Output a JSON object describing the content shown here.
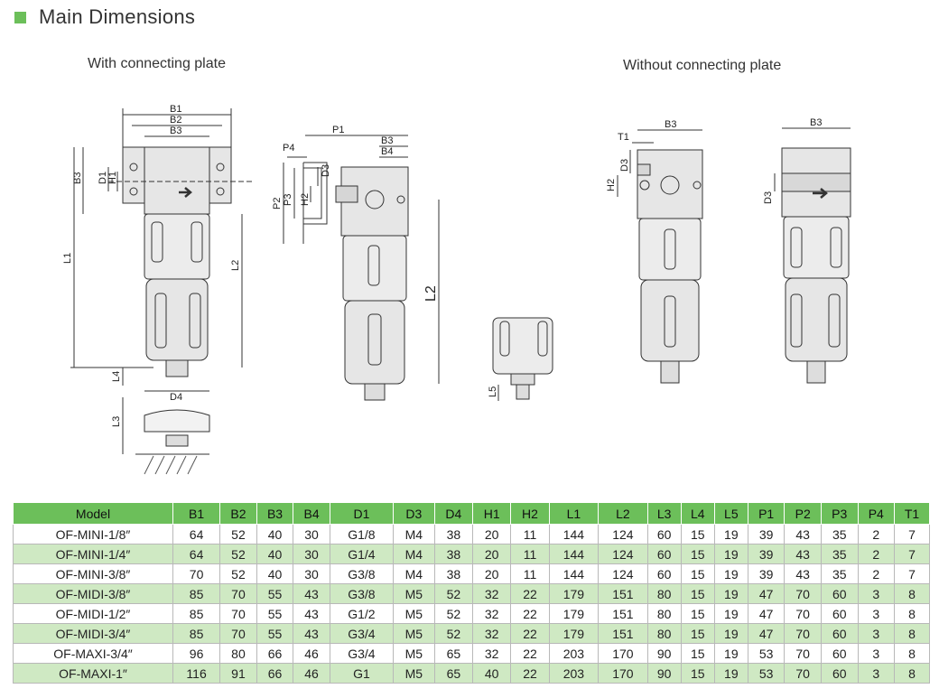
{
  "heading": {
    "title": "Main Dimensions",
    "accent": "#6cbf5a"
  },
  "views": {
    "left": "With connecting plate",
    "right": "Without connecting plate"
  },
  "labels": {
    "b1": "B1",
    "b2": "B2",
    "b3": "B3",
    "b4": "B4",
    "d1": "D1",
    "d3": "D3",
    "d4": "D4",
    "h1": "H1",
    "h2": "H2",
    "l1": "L1",
    "l2": "L2",
    "l3": "L3",
    "l4": "L4",
    "l5": "L5",
    "p1": "P1",
    "p2": "P2",
    "p3": "P3",
    "p4": "P4",
    "t1": "T1"
  },
  "table": {
    "headers": [
      "Model",
      "B1",
      "B2",
      "B3",
      "B4",
      "D1",
      "D3",
      "D4",
      "H1",
      "H2",
      "L1",
      "L2",
      "L3",
      "L4",
      "L5",
      "P1",
      "P2",
      "P3",
      "P4",
      "T1"
    ],
    "rows": [
      [
        "OF-MINI-1/8″",
        "64",
        "52",
        "40",
        "30",
        "G1/8",
        "M4",
        "38",
        "20",
        "11",
        "144",
        "124",
        "60",
        "15",
        "19",
        "39",
        "43",
        "35",
        "2",
        "7"
      ],
      [
        "OF-MINI-1/4″",
        "64",
        "52",
        "40",
        "30",
        "G1/4",
        "M4",
        "38",
        "20",
        "11",
        "144",
        "124",
        "60",
        "15",
        "19",
        "39",
        "43",
        "35",
        "2",
        "7"
      ],
      [
        "OF-MINI-3/8″",
        "70",
        "52",
        "40",
        "30",
        "G3/8",
        "M4",
        "38",
        "20",
        "11",
        "144",
        "124",
        "60",
        "15",
        "19",
        "39",
        "43",
        "35",
        "2",
        "7"
      ],
      [
        "OF-MIDI-3/8″",
        "85",
        "70",
        "55",
        "43",
        "G3/8",
        "M5",
        "52",
        "32",
        "22",
        "179",
        "151",
        "80",
        "15",
        "19",
        "47",
        "70",
        "60",
        "3",
        "8"
      ],
      [
        "OF-MIDI-1/2″",
        "85",
        "70",
        "55",
        "43",
        "G1/2",
        "M5",
        "52",
        "32",
        "22",
        "179",
        "151",
        "80",
        "15",
        "19",
        "47",
        "70",
        "60",
        "3",
        "8"
      ],
      [
        "OF-MIDI-3/4″",
        "85",
        "70",
        "55",
        "43",
        "G3/4",
        "M5",
        "52",
        "32",
        "22",
        "179",
        "151",
        "80",
        "15",
        "19",
        "47",
        "70",
        "60",
        "3",
        "8"
      ],
      [
        "OF-MAXI-3/4″",
        "96",
        "80",
        "66",
        "46",
        "G3/4",
        "M5",
        "65",
        "32",
        "22",
        "203",
        "170",
        "90",
        "15",
        "19",
        "53",
        "70",
        "60",
        "3",
        "8"
      ],
      [
        "OF-MAXI-1″",
        "116",
        "91",
        "66",
        "46",
        "G1",
        "M5",
        "65",
        "40",
        "22",
        "203",
        "170",
        "90",
        "15",
        "19",
        "53",
        "70",
        "60",
        "3",
        "8"
      ]
    ]
  }
}
